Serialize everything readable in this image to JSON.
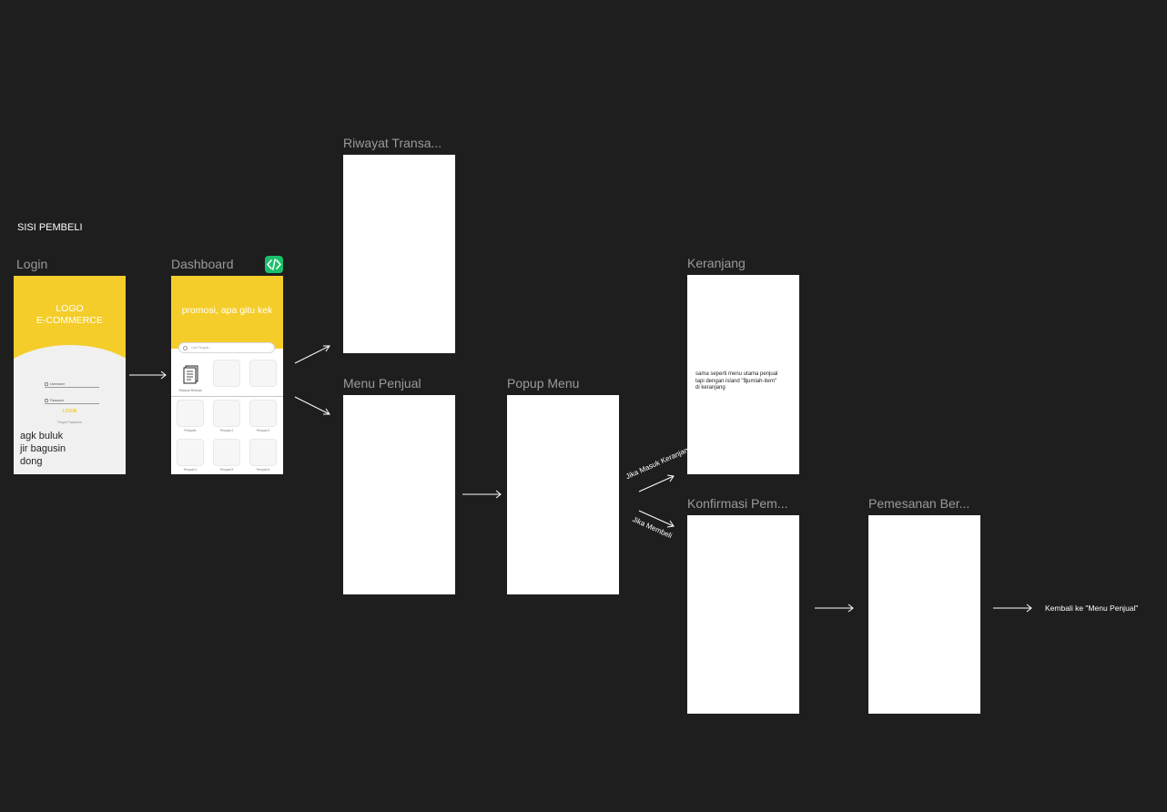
{
  "section_label": "SISI PEMBELI",
  "frames": {
    "login": {
      "title": "Login",
      "logo_line1": "LOGO",
      "logo_line2": "E-COMMERCE",
      "username_placeholder": "Username",
      "password_placeholder": "Password",
      "login_button": "LOGIN",
      "forgot_password": "Forgot Password",
      "caption_line1": "agk buluk",
      "caption_line2": "jir bagusin",
      "caption_line3": "dong"
    },
    "dashboard": {
      "title": "Dashboard",
      "promo_text": "promosi, apa gitu kek",
      "search_placeholder": "Cari Penjual...",
      "history_label": "Riwayat Belanja",
      "sellers": [
        "Penjual1",
        "Penjual 2",
        "Penjual 3",
        "Penjual 4",
        "Penjual 5",
        "Penjual 6"
      ],
      "code_icon": "code-brackets-icon"
    },
    "riwayat": {
      "title": "Riwayat Transa..."
    },
    "menu_penjual": {
      "title": "Menu Penjual"
    },
    "popup_menu": {
      "title": "Popup Menu"
    },
    "keranjang": {
      "title": "Keranjang",
      "note_line1": "sama seperti menu utama penjual",
      "note_line2": "tapi dengan island \"$jumlah-item\"",
      "note_line3": "di keranjang"
    },
    "konfirmasi": {
      "title": "Konfirmasi Pem..."
    },
    "pemesanan": {
      "title": "Pemesanan Ber..."
    }
  },
  "notes": {
    "masuk_keranjang": "Jika Masuk Keranjang",
    "membeli": "Jika Membeli",
    "kembali": "Kembali ke \"Menu Penjual\""
  },
  "colors": {
    "canvas": "#1e1e1e",
    "accent_yellow": "#f4cd2a",
    "code_button_green": "#1bbf6a",
    "frame_title_gray": "#9a9a9a"
  }
}
